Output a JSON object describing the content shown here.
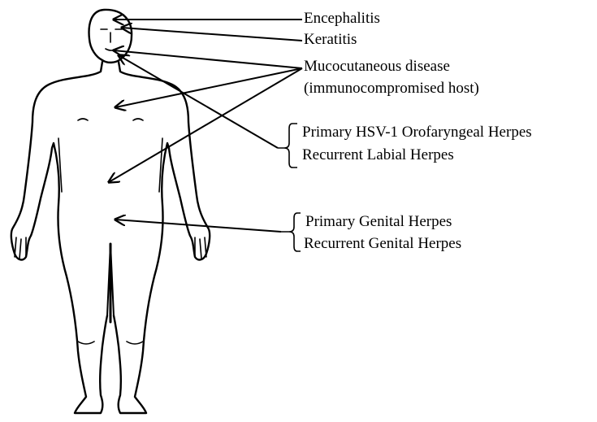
{
  "labels": {
    "encephalitis": "Encephalitis",
    "keratitis": "Keratitis",
    "mucocutaneous_1": "Mucocutaneous disease",
    "mucocutaneous_2": "(immunocompromised host)",
    "orofaryngeal": "Primary HSV-1 Orofaryngeal Herpes",
    "recurrent_labial": "Recurrent Labial Herpes",
    "primary_genital": "Primary Genital Herpes",
    "recurrent_genital": "Recurrent Genital Herpes"
  },
  "colors": {
    "ink": "#000000",
    "background": "#ffffff"
  }
}
